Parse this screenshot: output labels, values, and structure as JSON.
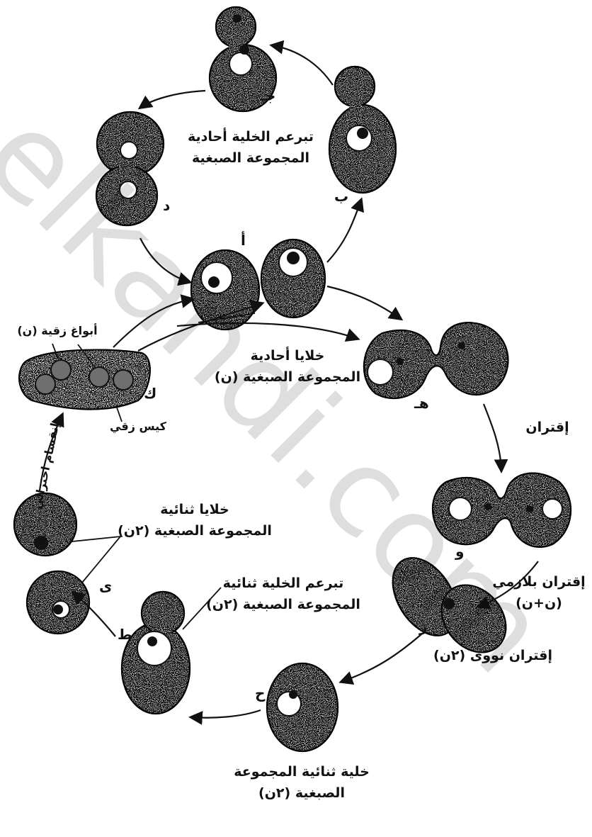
{
  "watermark": "elkandi.com",
  "labels": {
    "haploid_budding": [
      "تبرعم الخلية أحادية",
      "المجموعة الصبغية"
    ],
    "haploid_cells": [
      "خلايا أحادية",
      "المجموعة الصبغية (ن)"
    ],
    "ascospores": "أبواغ زقية (ن)",
    "ascus": "كيس زقي",
    "meiosis": "إنقسام اختزالي",
    "diploid_cells": [
      "خلايا ثنائية",
      "المجموعة الصبغية (٢ن)"
    ],
    "conjugation": "إقتران",
    "plasmogamy": [
      "إقتران بلازمي",
      "(ن+ن)"
    ],
    "karyogamy": "إقتران نووى (٢ن)",
    "diploid_cell": [
      "خلية ثنائية المجموعة",
      "الصبغية (٢ن)"
    ],
    "diploid_budding": [
      "تبرعم الخلية ثنائية",
      "المجموعة الصبغية (٢ن)"
    ]
  },
  "letters": {
    "a": "أ",
    "b": "ب",
    "j": "جـ",
    "d": "د",
    "h": "هـ",
    "w": "و",
    "z": "ز",
    "hh": "ح",
    "t": "ط",
    "y": "ى",
    "k": "ك"
  }
}
